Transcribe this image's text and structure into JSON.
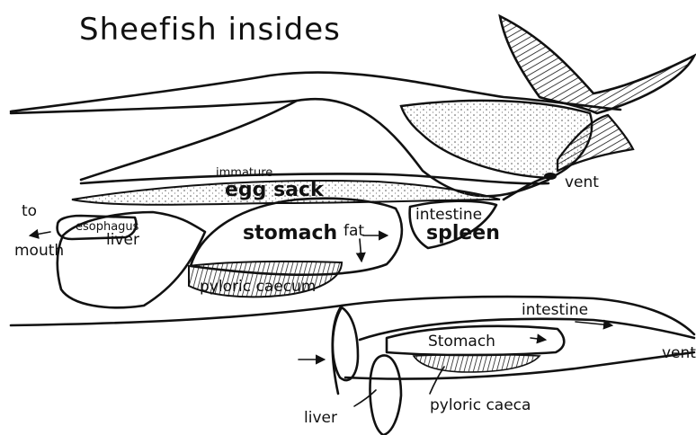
{
  "title": "Sheefish insides",
  "main_diagram": {
    "labels": {
      "to": "to",
      "mouth": "mouth",
      "esophagus": "esophagus",
      "liver": "liver",
      "immature": "immature",
      "egg_sack": "egg sack",
      "stomach": "stomach",
      "fat": "fat",
      "intestine": "intestine",
      "spleen": "spleen",
      "pyloric_caecum": "pyloric caecum",
      "vent": "vent"
    }
  },
  "inset_diagram": {
    "labels": {
      "intestine": "intestine",
      "stomach": "Stomach",
      "vent": "vent",
      "liver": "liver",
      "pyloric_caeca": "pyloric caeca"
    }
  },
  "colors": {
    "ink": "#111111",
    "paper": "#ffffff"
  }
}
